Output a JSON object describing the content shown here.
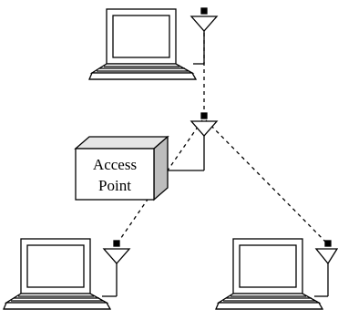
{
  "diagram": {
    "access_point": {
      "label_line1": "Access",
      "label_line2": "Point"
    },
    "nodes": [
      {
        "name": "laptop-top",
        "kind": "laptop"
      },
      {
        "name": "laptop-bottom-left",
        "kind": "laptop"
      },
      {
        "name": "laptop-bottom-right",
        "kind": "laptop"
      }
    ],
    "links": [
      {
        "from": "access-point",
        "to": "laptop-top",
        "style": "dashed"
      },
      {
        "from": "access-point",
        "to": "laptop-bottom-left",
        "style": "dashed"
      },
      {
        "from": "access-point",
        "to": "laptop-bottom-right",
        "style": "dashed"
      }
    ],
    "colors": {
      "line": "#000000",
      "box_front": "#ffffff",
      "box_side": "#bdbdbd",
      "box_top": "#e6e6e6",
      "screen": "#ffffff"
    }
  }
}
